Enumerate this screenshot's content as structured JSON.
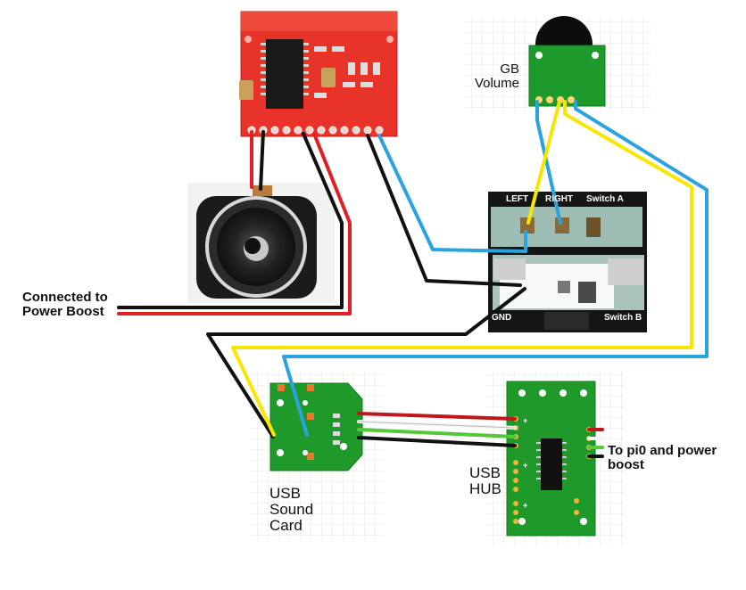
{
  "labels": {
    "power_boost_line1": "Connected to",
    "power_boost_line2": "Power Boost",
    "gb_volume_line1": "GB",
    "gb_volume_line2": "Volume",
    "usb_sound_line1": "USB",
    "usb_sound_line2": "Sound",
    "usb_sound_line3": "Card",
    "usb_hub_line1": "USB",
    "usb_hub_line2": "HUB",
    "pi0_line1": "To pi0 and power",
    "pi0_line2": "boost"
  },
  "board_labels": {
    "left": "LEFT",
    "right": "RIGHT",
    "switch_a": "Switch A",
    "switch_b": "Switch B",
    "gnd": "GND"
  },
  "colors": {
    "wire_black": "#111111",
    "wire_red": "#e01f26",
    "wire_blue": "#2aa3df",
    "wire_yellow": "#f7e600",
    "wire_green": "#55c83a",
    "wire_white": "#f4f4f4",
    "amp_board": "#e8332a",
    "pcb_green": "#1f9a2a"
  }
}
